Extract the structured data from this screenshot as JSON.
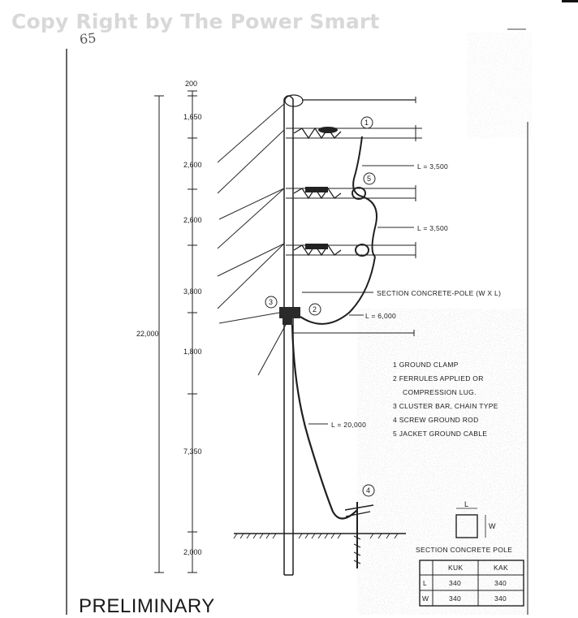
{
  "watermark": "Copy Right by The Power Smart",
  "handwritten_note": "65",
  "dimensions": {
    "top": "200",
    "d1": "1,650",
    "d2": "2,600",
    "d3": "2,600",
    "d4": "3,800",
    "d5": "1,800",
    "d6": "7,350",
    "d7": "2,000",
    "total": "22,000"
  },
  "lengths": {
    "l1": "L = 3,500",
    "l2": "L = 3,500",
    "l3": "L = 6,000",
    "l4": "L = 20,000"
  },
  "section_label": "SECTION CONCRETE-POLE (W X L)",
  "callouts": [
    "1",
    "2",
    "3",
    "4",
    "5"
  ],
  "legend": [
    "1  GROUND CLAMP",
    "2  FERRULES APPLIED OR",
    "COMPRESSION LUG.",
    "3  CLUSTER BAR, CHAIN TYPE",
    "4  SCREW GROUND ROD",
    "5  JACKET GROUND CABLE"
  ],
  "section_table": {
    "title": "SECTION CONCRETE POLE",
    "header": [
      "",
      "KUK",
      "KAK"
    ],
    "rows": [
      [
        "L",
        "340",
        "340"
      ],
      [
        "W",
        "340",
        "340"
      ]
    ]
  },
  "section_detail_labels": {
    "l": "L",
    "w": "W"
  },
  "preliminary": "PRELIMINARY"
}
